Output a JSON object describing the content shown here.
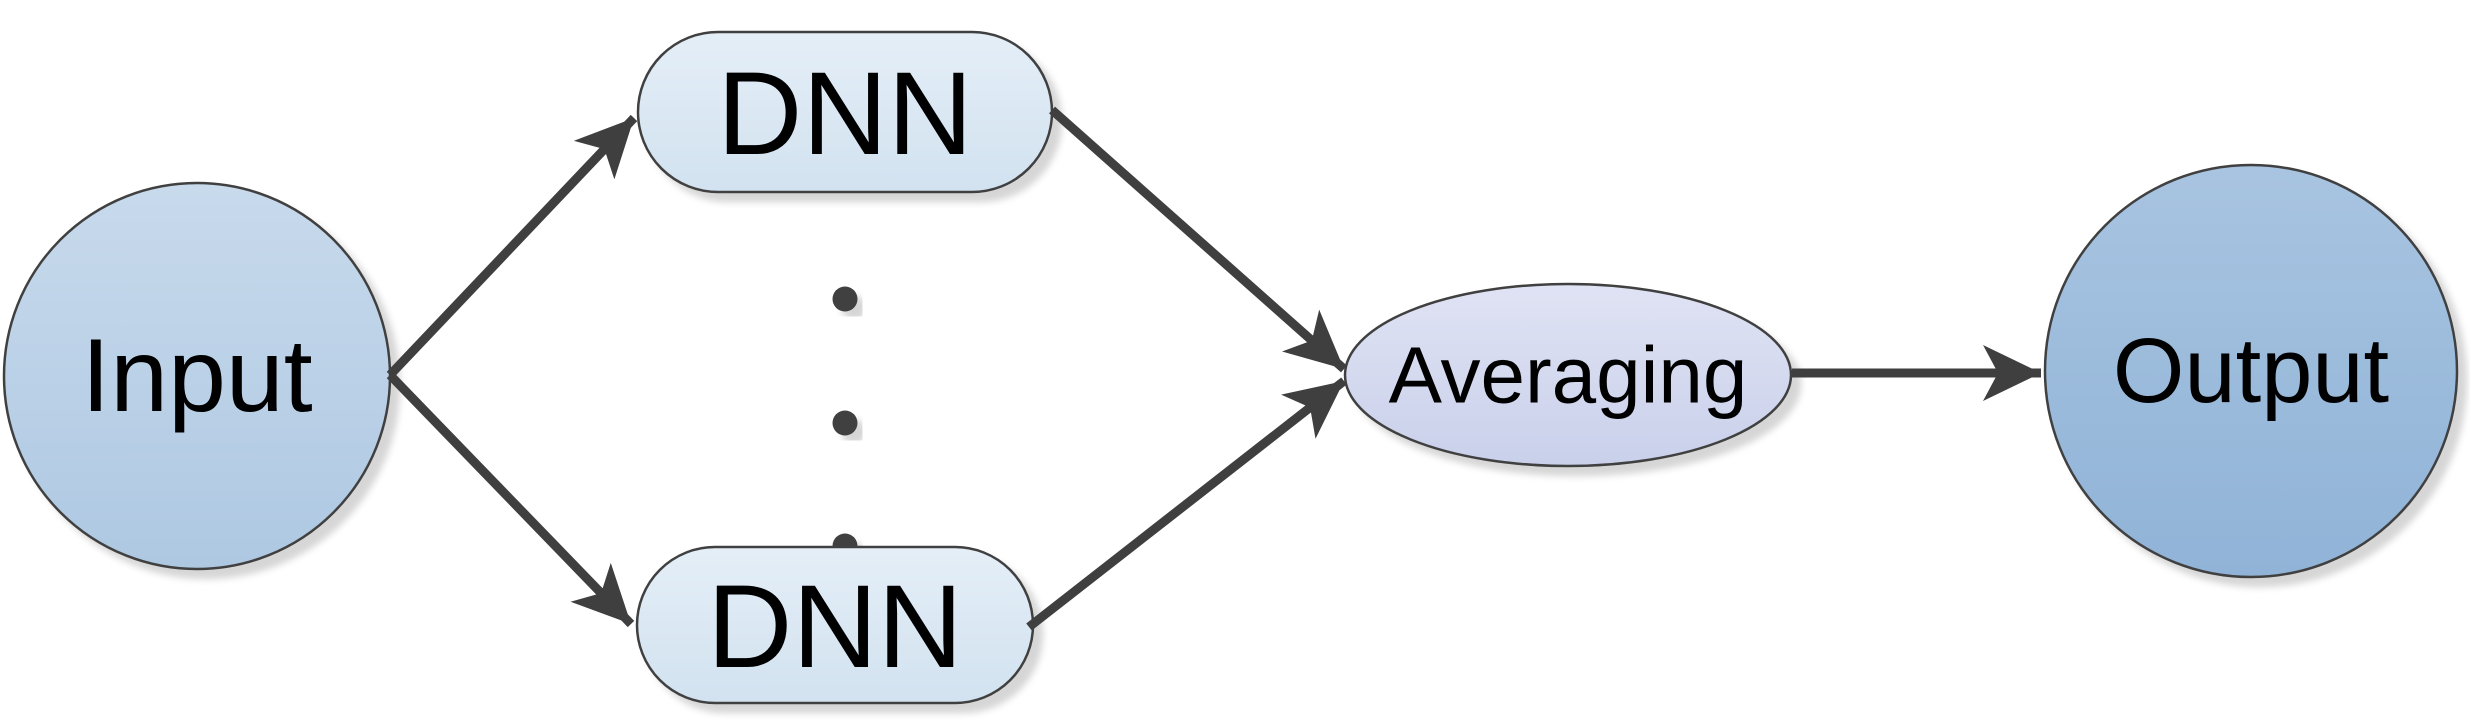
{
  "diagram": {
    "title": "DNN ensemble averaging flow",
    "type": "flow-diagram",
    "nodes": {
      "input": {
        "label": "Input",
        "shape": "circle",
        "fill_top": "#c8daec",
        "fill_bottom": "#aec8e2",
        "border": "#404040"
      },
      "dnn_top": {
        "label": "DNN",
        "shape": "rounded-rectangle",
        "fill_top": "#e4eef7",
        "fill_bottom": "#d2e2f0",
        "border": "#404040"
      },
      "dnn_bottom": {
        "label": "DNN",
        "shape": "rounded-rectangle",
        "fill_top": "#e4eef7",
        "fill_bottom": "#d2e2f0",
        "border": "#404040"
      },
      "averaging": {
        "label": "Averaging",
        "shape": "ellipse",
        "fill_top": "#e0e3f4",
        "fill_bottom": "#c9d0ea",
        "border": "#404040"
      },
      "output": {
        "label": "Output",
        "shape": "circle",
        "fill_top": "#a8c4e1",
        "fill_bottom": "#90b3d7",
        "border": "#404040"
      }
    },
    "edges": [
      {
        "from": "input",
        "to": "dnn_top",
        "style": "arrow"
      },
      {
        "from": "input",
        "to": "dnn_bottom",
        "style": "arrow"
      },
      {
        "from": "dnn_top",
        "to": "averaging",
        "style": "arrow"
      },
      {
        "from": "dnn_bottom",
        "to": "averaging",
        "style": "arrow"
      },
      {
        "from": "averaging",
        "to": "output",
        "style": "arrow"
      }
    ],
    "arrow_color": "#3f3f3f",
    "ellipsis_dots": {
      "count": 3,
      "color": "#3f3f3f",
      "meaning": "additional DNN models omitted"
    }
  }
}
